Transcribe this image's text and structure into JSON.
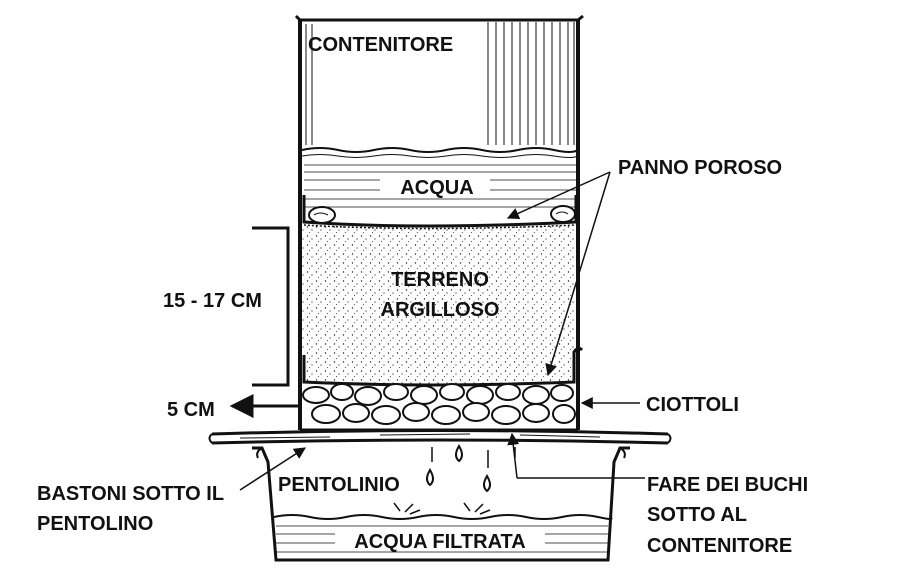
{
  "labels": {
    "container": "CONTENITORE",
    "water": "ACQUA",
    "porous_cloth": "PANNO POROSO",
    "soil_line1": "TERRENO",
    "soil_line2": "ARGILLOSO",
    "height_range": "15 - 17 CM",
    "pebbles": "CIOTTOLI",
    "five_cm": "5 CM",
    "sticks_line1": "BASTONI SOTTO IL",
    "sticks_line2": "PENTOLINO",
    "pot": "PENTOLINIO",
    "holes_line1": "FARE DEI BUCHI",
    "holes_line2": "SOTTO AL",
    "holes_line3": "CONTENITORE",
    "filtered_water": "ACQUA FILTRATA"
  },
  "colors": {
    "ink": "#111111",
    "background": "#ffffff"
  }
}
